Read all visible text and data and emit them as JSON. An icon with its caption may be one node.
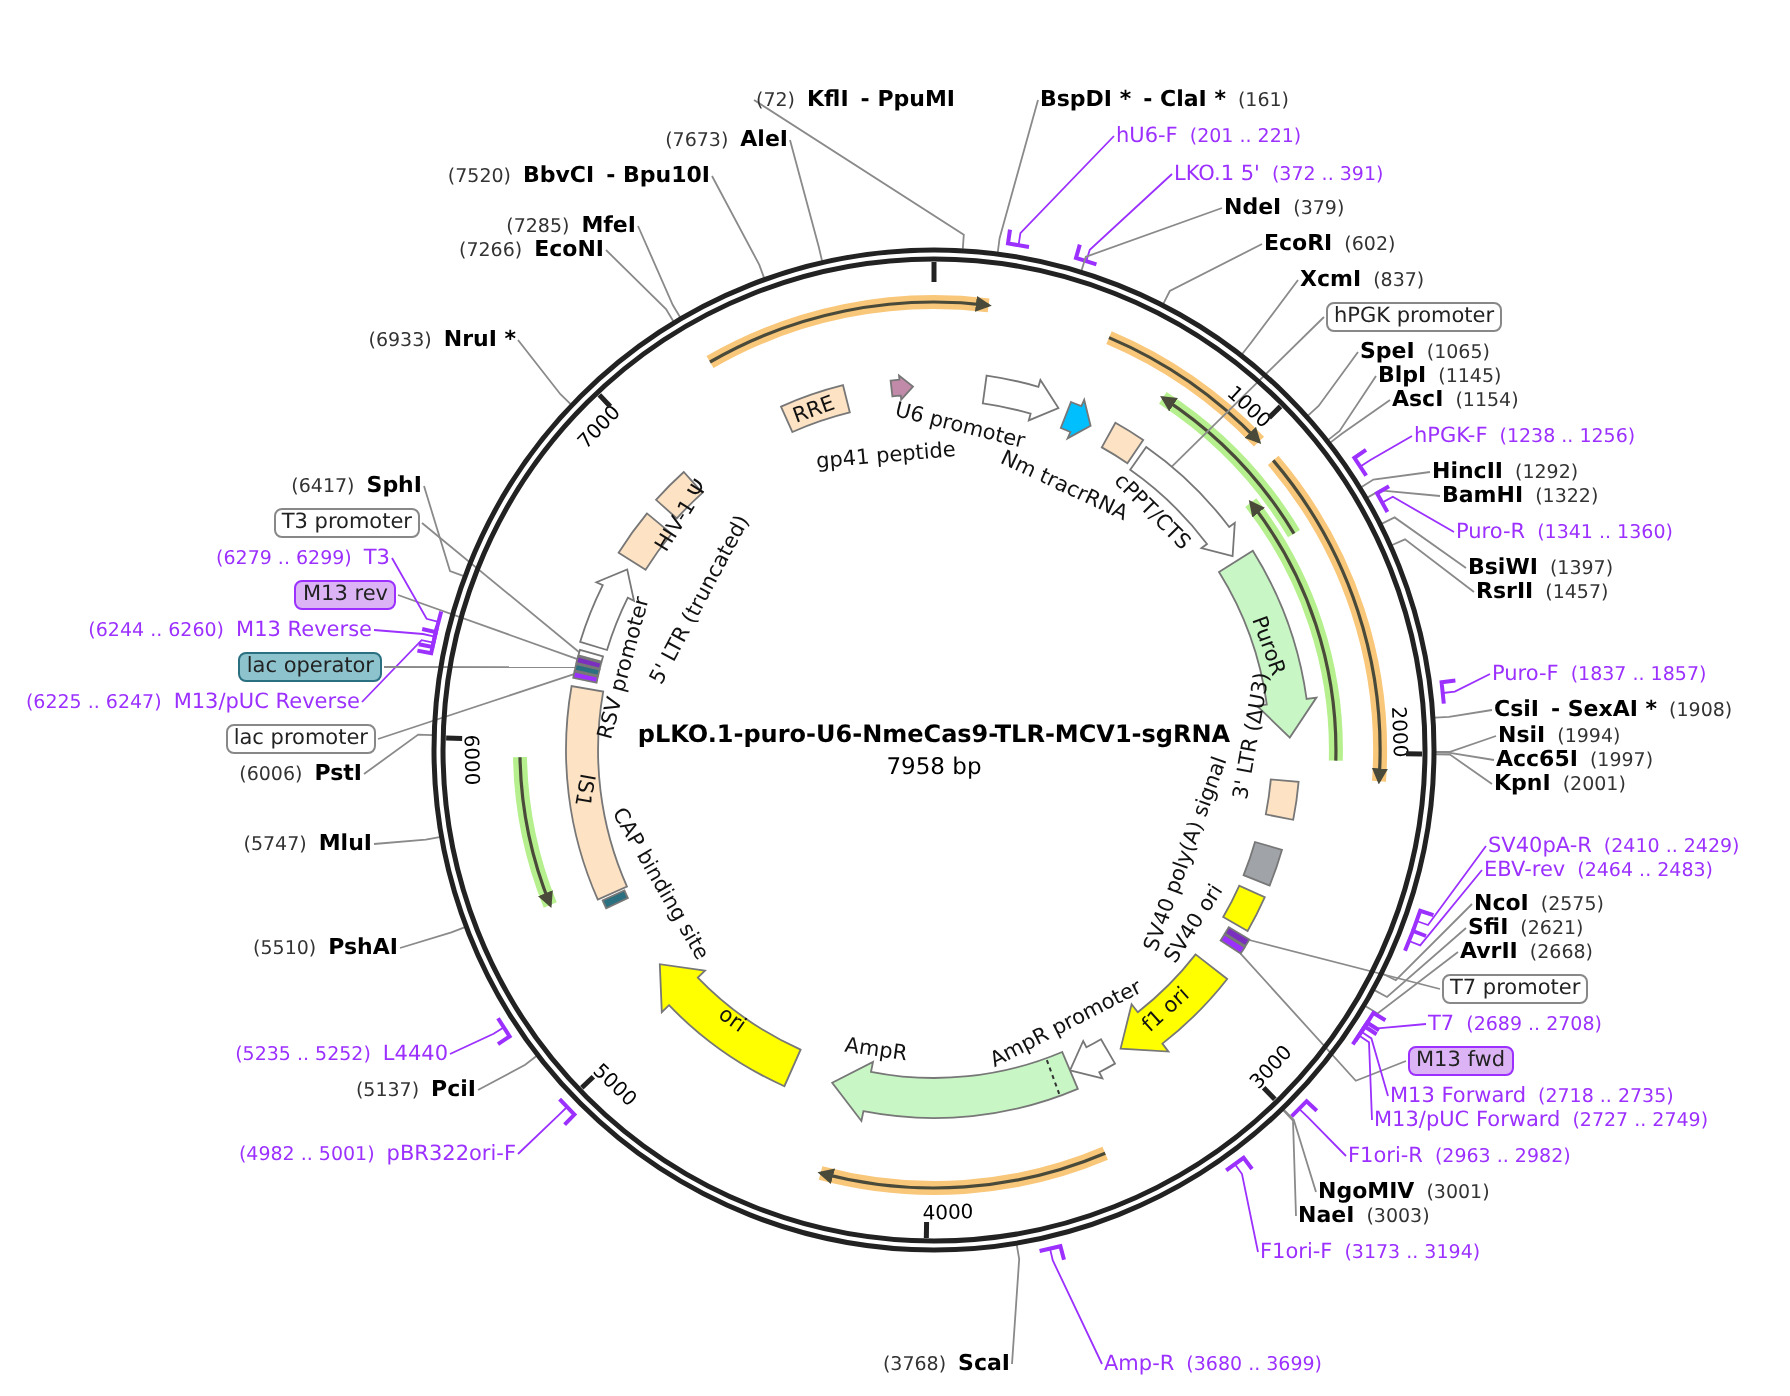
{
  "diagram": {
    "title": "pLKO.1-puro-U6-NmeCas9-TLR-MCV1-sgRNA",
    "nodes": [
      {
        "text": [
          "(72)",
          "KflI",
          "- PpuMI"
        ]
      },
      {
        "text": [
          "BspDI *",
          "- ClaI *",
          "(161)"
        ]
      },
      {
        "text": [
          "hU6-F",
          "(201 .. 221)"
        ]
      },
      {
        "text": [
          "LKO.1 5'",
          "(372 .. 391)"
        ]
      },
      {
        "text": [
          "NdeI",
          "(379)"
        ]
      },
      {
        "text": [
          "EcoRI",
          "(602)"
        ]
      },
      {
        "text": [
          "XcmI",
          "(837)"
        ]
      },
      {
        "text": [
          "hPGK promoter"
        ]
      },
      {
        "text": [
          "SpeI",
          "(1065)"
        ]
      },
      {
        "text": [
          "BlpI",
          "(1145)"
        ]
      },
      {
        "text": [
          "AscI",
          "(1154)"
        ]
      },
      {
        "text": [
          "hPGK-F",
          "(1238 .. 1256)"
        ]
      },
      {
        "text": [
          "HincII",
          "(1292)"
        ]
      },
      {
        "text": [
          "BamHI",
          "(1322)"
        ]
      },
      {
        "text": [
          "Puro-R",
          "(1341 .. 1360)"
        ]
      },
      {
        "text": [
          "BsiWI",
          "(1397)"
        ]
      },
      {
        "text": [
          "RsrII",
          "(1457)"
        ]
      },
      {
        "text": [
          "Puro-F",
          "(1837 .. 1857)"
        ]
      },
      {
        "text": [
          "CsiI",
          "- SexAI *",
          "(1908)"
        ]
      },
      {
        "text": [
          "NsiI",
          "(1994)"
        ]
      },
      {
        "text": [
          "Acc65I",
          "(1997)"
        ]
      },
      {
        "text": [
          "KpnI",
          "(2001)"
        ]
      },
      {
        "text": [
          "SV40pA-R",
          "(2410 .. 2429)"
        ]
      },
      {
        "text": [
          "EBV-rev",
          "(2464 .. 2483)"
        ]
      },
      {
        "text": [
          "NcoI",
          "(2575)"
        ]
      },
      {
        "text": [
          "SfiI",
          "(2621)"
        ]
      },
      {
        "text": [
          "AvrII",
          "(2668)"
        ]
      },
      {
        "text": [
          "T7 promoter"
        ]
      },
      {
        "text": [
          "T7",
          "(2689 .. 2708)"
        ]
      },
      {
        "text": [
          "M13 fwd"
        ]
      },
      {
        "text": [
          "M13 Forward",
          "(2718 .. 2735)"
        ]
      },
      {
        "text": [
          "M13/pUC Forward",
          "(2727 .. 2749)"
        ]
      },
      {
        "text": [
          "F1ori-R",
          "(2963 .. 2982)"
        ]
      },
      {
        "text": [
          "NgoMIV",
          "(3001)"
        ]
      },
      {
        "text": [
          "NaeI",
          "(3003)"
        ]
      },
      {
        "text": [
          "F1ori-F",
          "(3173 .. 3194)"
        ]
      },
      {
        "text": [
          "Amp-R",
          "(3680 .. 3699)"
        ]
      },
      {
        "text": [
          "(3768)",
          "ScaI"
        ]
      },
      {
        "text": [
          "(4982 .. 5001)",
          "pBR322ori-F"
        ]
      },
      {
        "text": [
          "(5137)",
          "PciI"
        ]
      },
      {
        "text": [
          "(5235 .. 5252)",
          "L4440"
        ]
      },
      {
        "text": [
          "(5510)",
          "PshAI"
        ]
      },
      {
        "text": [
          "(5747)",
          "MluI"
        ]
      },
      {
        "text": [
          "(6006)",
          "PstI"
        ]
      },
      {
        "text": [
          "lac promoter"
        ]
      },
      {
        "text": [
          "(6225 .. 6247)",
          "M13/pUC Reverse"
        ]
      },
      {
        "text": [
          "lac operator"
        ]
      },
      {
        "text": [
          "(6244 .. 6260)",
          "M13 Reverse"
        ]
      },
      {
        "text": [
          "M13 rev"
        ]
      },
      {
        "text": [
          "(6279 .. 6299)",
          "T3"
        ]
      },
      {
        "text": [
          "T3 promoter"
        ]
      },
      {
        "text": [
          "(6417)",
          "SphI"
        ]
      },
      {
        "text": [
          "(6933)",
          "NruI *"
        ]
      },
      {
        "text": [
          "(7266)",
          "EcoNI"
        ]
      },
      {
        "text": [
          "(7285)",
          "MfeI"
        ]
      },
      {
        "text": [
          "(7520)",
          "BbvCI",
          "- Bpu10I"
        ]
      },
      {
        "text": [
          "(7673)",
          "AleI"
        ]
      },
      {
        "text": [],
        "shape": "circle"
      },
      {
        "text": [
          "RRE"
        ],
        "in": 57
      },
      {
        "text": [
          "gp41 peptide"
        ],
        "in": 57
      },
      {
        "text": [
          "U6 promoter"
        ],
        "in": 57
      },
      {
        "text": [
          "Nm tracrRNA"
        ],
        "in": 57
      },
      {
        "text": [
          "cPPT/CTS"
        ],
        "in": 57
      },
      {
        "text": [],
        "shape": "arrow",
        "in": 57
      },
      {
        "text": [
          "PuroR"
        ],
        "in": 57
      },
      {
        "text": [
          "3' LTR (ΔU3)"
        ],
        "in": 57
      },
      {
        "text": [
          "SV40 poly(A) signal"
        ],
        "in": 57
      },
      {
        "text": [
          "SV40 ori"
        ],
        "in": 57
      },
      {
        "text": [
          "f1 ori"
        ],
        "in": 57
      },
      {
        "text": [
          "AmpR promoter"
        ],
        "in": 57
      },
      {
        "text": [
          "AmpR"
        ],
        "in": 57
      },
      {
        "text": [
          "ori"
        ],
        "in": 57
      },
      {
        "text": [
          "IS1"
        ],
        "in": 57
      },
      {
        "text": [
          "CAP binding site"
        ],
        "in": 57
      },
      {
        "text": [
          "RSV promoter"
        ],
        "in": 57
      },
      {
        "text": [
          "5' LTR (truncated)"
        ],
        "in": 57
      },
      {
        "text": [
          "HIV-1 Ψ"
        ],
        "in": 57
      },
      {
        "text": [],
        "shape": "box",
        "in": 57
      },
      {
        "text": [],
        "shape": "box",
        "in": 57
      },
      {
        "text": [],
        "shape": "box",
        "in": 57
      },
      {
        "text": [],
        "shape": "box",
        "in": 57
      },
      {
        "text": [],
        "shape": "box",
        "in": 57
      },
      {
        "text": [],
        "shape": "box",
        "in": 57
      }
    ],
    "edges": [
      {
        "from": 0,
        "to": 57,
        "arrow": "none"
      },
      {
        "from": 1,
        "to": 57,
        "arrow": "none"
      },
      {
        "from": 2,
        "to": 57,
        "arrow": "other",
        "color": "#9b30ff"
      },
      {
        "from": 3,
        "to": 57,
        "arrow": "other",
        "color": "#9b30ff"
      },
      {
        "from": 4,
        "to": 57,
        "arrow": "none"
      },
      {
        "from": 5,
        "to": 57,
        "arrow": "none"
      },
      {
        "from": 6,
        "to": 57,
        "arrow": "none"
      },
      {
        "from": 7,
        "to": 63,
        "arrow": "none"
      },
      {
        "from": 8,
        "to": 57,
        "arrow": "none"
      },
      {
        "from": 9,
        "to": 57,
        "arrow": "none"
      },
      {
        "from": 10,
        "to": 57,
        "arrow": "none"
      },
      {
        "from": 11,
        "to": 57,
        "arrow": "other",
        "color": "#9b30ff"
      },
      {
        "from": 12,
        "to": 57,
        "arrow": "none"
      },
      {
        "from": 13,
        "to": 57,
        "arrow": "none"
      },
      {
        "from": 14,
        "to": 57,
        "arrow": "other",
        "color": "#9b30ff"
      },
      {
        "from": 15,
        "to": 57,
        "arrow": "none"
      },
      {
        "from": 16,
        "to": 57,
        "arrow": "none"
      },
      {
        "from": 17,
        "to": 57,
        "arrow": "other",
        "color": "#9b30ff"
      },
      {
        "from": 18,
        "to": 57,
        "arrow": "none"
      },
      {
        "from": 19,
        "to": 57,
        "arrow": "none"
      },
      {
        "from": 20,
        "to": 57,
        "arrow": "none"
      },
      {
        "from": 21,
        "to": 57,
        "arrow": "none"
      },
      {
        "from": 22,
        "to": 57,
        "arrow": "other",
        "color": "#9b30ff"
      },
      {
        "from": 23,
        "to": 57,
        "arrow": "other",
        "color": "#9b30ff"
      },
      {
        "from": 24,
        "to": 57,
        "arrow": "none"
      },
      {
        "from": 25,
        "to": 57,
        "arrow": "none"
      },
      {
        "from": 26,
        "to": 57,
        "arrow": "none"
      },
      {
        "from": 27,
        "to": 77,
        "arrow": "none"
      },
      {
        "from": 28,
        "to": 57,
        "arrow": "other",
        "color": "#9b30ff"
      },
      {
        "from": 29,
        "to": 78,
        "arrow": "none"
      },
      {
        "from": 30,
        "to": 57,
        "arrow": "other",
        "color": "#9b30ff"
      },
      {
        "from": 31,
        "to": 57,
        "arrow": "other",
        "color": "#9b30ff"
      },
      {
        "from": 32,
        "to": 57,
        "arrow": "other",
        "color": "#9b30ff"
      },
      {
        "from": 33,
        "to": 57,
        "arrow": "none"
      },
      {
        "from": 34,
        "to": 57,
        "arrow": "none"
      },
      {
        "from": 35,
        "to": 57,
        "arrow": "other",
        "color": "#9b30ff"
      },
      {
        "from": 36,
        "to": 57,
        "arrow": "other",
        "color": "#9b30ff"
      },
      {
        "from": 37,
        "to": 57,
        "arrow": "none"
      },
      {
        "from": 38,
        "to": 57,
        "arrow": "other",
        "color": "#9b30ff"
      },
      {
        "from": 39,
        "to": 57,
        "arrow": "none"
      },
      {
        "from": 40,
        "to": 57,
        "arrow": "other",
        "color": "#9b30ff"
      },
      {
        "from": 41,
        "to": 57,
        "arrow": "none"
      },
      {
        "from": 42,
        "to": 57,
        "arrow": "none"
      },
      {
        "from": 43,
        "to": 57,
        "arrow": "none"
      },
      {
        "from": 44,
        "to": 79,
        "arrow": "none"
      },
      {
        "from": 45,
        "to": 57,
        "arrow": "other",
        "color": "#9b30ff"
      },
      {
        "from": 46,
        "to": 80,
        "arrow": "none"
      },
      {
        "from": 47,
        "to": 57,
        "arrow": "other",
        "color": "#9b30ff"
      },
      {
        "from": 48,
        "to": 81,
        "arrow": "none"
      },
      {
        "from": 49,
        "to": 57,
        "arrow": "other",
        "color": "#9b30ff"
      },
      {
        "from": 50,
        "to": 82,
        "arrow": "none"
      },
      {
        "from": 51,
        "to": 57,
        "arrow": "none"
      },
      {
        "from": 52,
        "to": 57,
        "arrow": "none"
      },
      {
        "from": 53,
        "to": 57,
        "arrow": "none"
      },
      {
        "from": 54,
        "to": 57,
        "arrow": "none"
      },
      {
        "from": 55,
        "to": 57,
        "arrow": "none"
      },
      {
        "from": 56,
        "to": 57,
        "arrow": "none"
      }
    ],
    "labels": [
      "7958 bp",
      "1000",
      "2000",
      "3000",
      "4000",
      "5000",
      "6000",
      "7000"
    ]
  }
}
